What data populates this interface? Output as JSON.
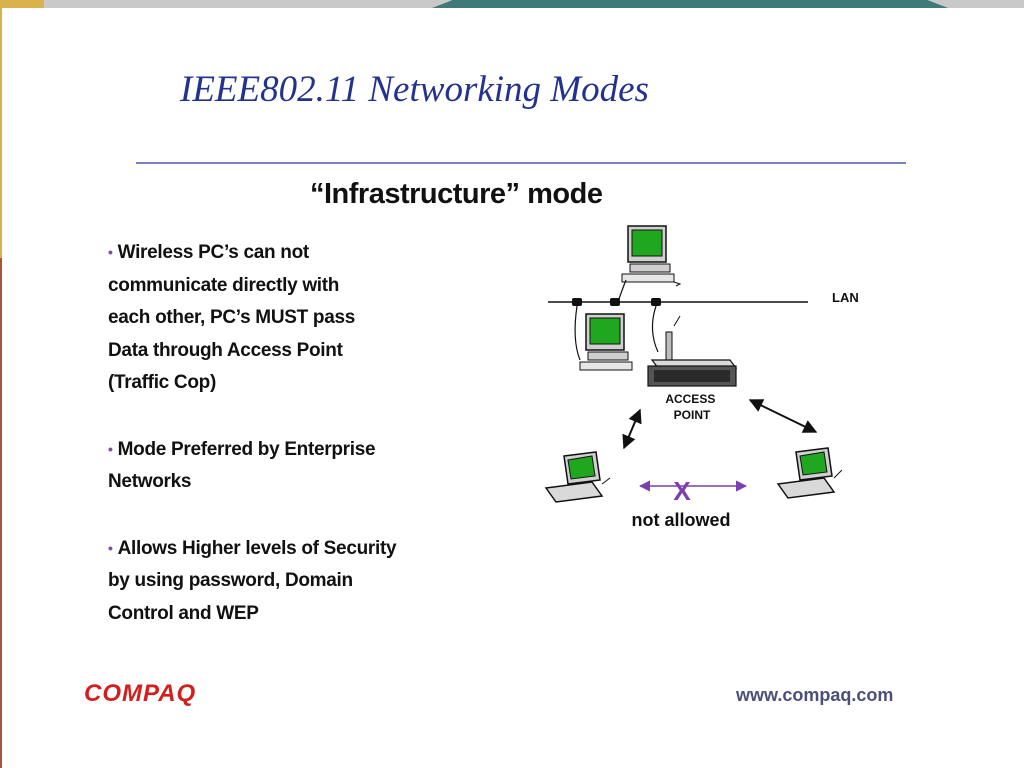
{
  "slide": {
    "title": "IEEE802.11 Networking Modes",
    "subtitle": "“Infrastructure” mode"
  },
  "bullets": [
    {
      "lines": [
        "Wireless PC’s can not",
        "communicate directly with",
        "each other, PC’s MUST pass",
        "Data through Access Point",
        "(Traffic Cop)"
      ]
    },
    {
      "lines": [
        "Mode Preferred by Enterprise",
        "Networks"
      ]
    },
    {
      "lines": [
        "Allows Higher levels of Security",
        "by using password, Domain",
        "Control and WEP"
      ]
    }
  ],
  "diagram": {
    "lan_label": "LAN",
    "access_point_label_line1": "ACCESS",
    "access_point_label_line2": "POINT",
    "blocked_marker": "X",
    "blocked_label": "not allowed"
  },
  "footer": {
    "logo_text": "COMPAQ",
    "url": "www.compaq.com"
  },
  "colors": {
    "title": "#24328f",
    "rule": "#7a80c6",
    "bullet_dot": "#7a4fa8",
    "not_allowed": "#7a3fb0",
    "logo": "#d31e1e",
    "url": "#4b4f7a",
    "screen": "#1fa81f"
  },
  "icons": [
    "desktop-pc-icon",
    "access-point-icon",
    "laptop-icon",
    "double-arrow-icon",
    "lan-tap-icon"
  ]
}
